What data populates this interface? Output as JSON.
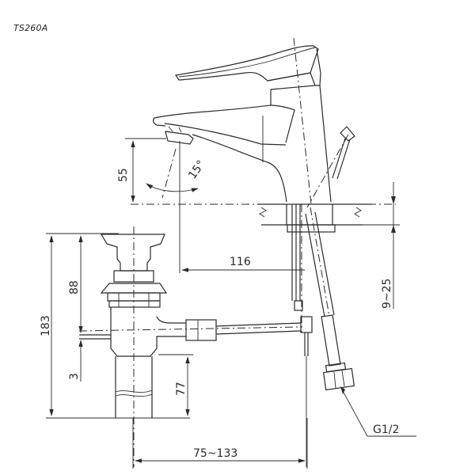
{
  "title": "TS260A",
  "dimensions": {
    "spout_height": "55",
    "spout_angle": "15°",
    "spout_reach": "116",
    "deck_thickness": "9~25",
    "drain_total_height": "183",
    "drain_upper_height": "88",
    "drain_offset": "3",
    "drain_lower_height": "77",
    "rod_range": "75~133",
    "supply_thread": "G1/2"
  },
  "colors": {
    "line": "#2a2a2a",
    "background": "#ffffff"
  }
}
